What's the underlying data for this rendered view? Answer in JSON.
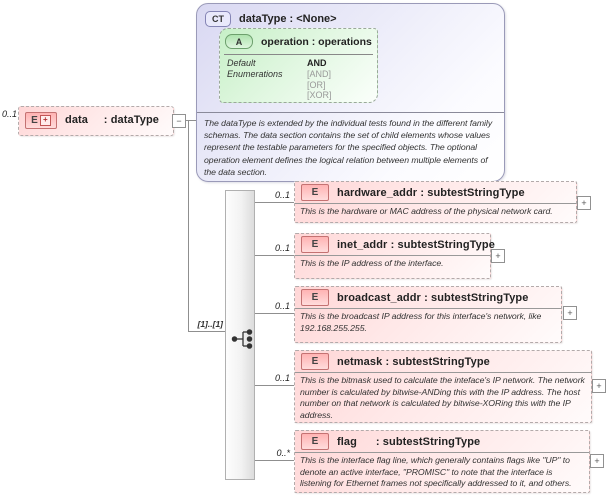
{
  "diagram": {
    "root": {
      "cardinality": "0..1",
      "icon_letter": "E",
      "icon_plus": "+",
      "title": "data     : dataType",
      "collapse_glyph": "−"
    },
    "complex_type": {
      "badge": "CT",
      "title": "dataType : <None>",
      "attribute": {
        "badge": "A",
        "title": "operation : operations",
        "rows": [
          {
            "label": "Default",
            "value": "AND"
          },
          {
            "label": "Enumerations",
            "value": "[AND]"
          },
          {
            "label": "",
            "value": "[OR]"
          },
          {
            "label": "",
            "value": "[XOR]"
          }
        ]
      },
      "annotation": "The dataType is extended by the individual tests found in the different family schemas.  The data section contains the set of child elements whose values represent the testable parameters for the specified objects. The optional operation element defines the logical relation between multiple elements of the data section."
    },
    "model_group": {
      "cardinality": "[1]..[1]",
      "compositor": "sequence"
    },
    "elements": [
      {
        "cardinality": "0..1",
        "icon_letter": "E",
        "title": "hardware_addr : subtestStringType",
        "annotation": "This is the hardware or MAC address of the physical network card.",
        "expand_glyph": "+"
      },
      {
        "cardinality": "0..1",
        "icon_letter": "E",
        "title": "inet_addr : subtestStringType",
        "annotation": "This is the IP address of the interface.",
        "expand_glyph": "+"
      },
      {
        "cardinality": "0..1",
        "icon_letter": "E",
        "title": "broadcast_addr : subtestStringType",
        "annotation": "This is the broadcast IP address for this interface's network, like 192.168.255.255.",
        "expand_glyph": "+"
      },
      {
        "cardinality": "0..1",
        "icon_letter": "E",
        "title": "netmask : subtestStringType",
        "annotation": "This is the bitmask used to calculate the inteface's IP network.  The network number is calculated by bitwise-ANDing this with the IP address. The host number on that network is calculated by bitwise-XORing this with the IP address.",
        "expand_glyph": "+"
      },
      {
        "cardinality": "0..*",
        "icon_letter": "E",
        "title": "flag      : subtestStringType",
        "annotation": "This is the interface flag line, which generally contains flags like \"UP\" to denote an active interface, \"PROMISC\" to note that the interface is listening for Ethernet frames not specifically addressed to it, and others.",
        "expand_glyph": "+"
      }
    ],
    "colors": {
      "complex_type_fill": "#d9d8f2",
      "attribute_fill": "#c7f0c7",
      "element_fill": "#ffd6d6",
      "line": "#8f8f8f"
    }
  }
}
